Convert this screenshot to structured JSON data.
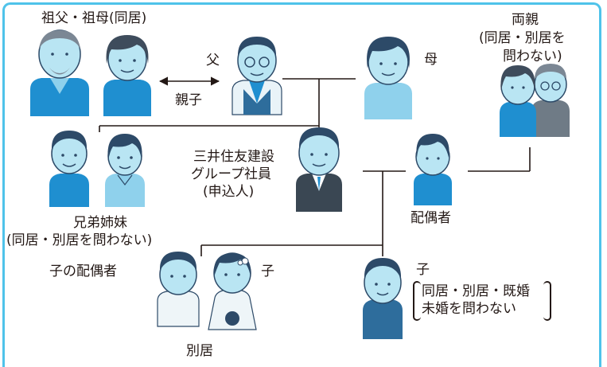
{
  "colors": {
    "frame": "#4fc3ea",
    "skin": "#b9e5f3",
    "hair": "#2d4a68",
    "shirt_blue": "#1f8fd0",
    "line": "#231815"
  },
  "labels": {
    "grandparents": "祖父・祖母(同居)",
    "father": "父",
    "mother": "母",
    "parents_line1": "両親",
    "parents_line2": "(同居・別居を",
    "parents_line3": "問わない)",
    "parent_child": "親子",
    "applicant_line1": "三井住友建設",
    "applicant_line2": "グループ社員",
    "applicant_line3": "(申込人)",
    "spouse": "配偶者",
    "siblings_line1": "兄弟姉妹",
    "siblings_line2": "(同居・別居を問わない)",
    "child_spouse": "子の配偶者",
    "child_married": "子",
    "separate": "別居",
    "child2": "子",
    "child2_note1": "同居・別居・既婚",
    "child2_note2": "未婚を問わない"
  },
  "arrow": {
    "icon": "double-arrow-icon"
  }
}
